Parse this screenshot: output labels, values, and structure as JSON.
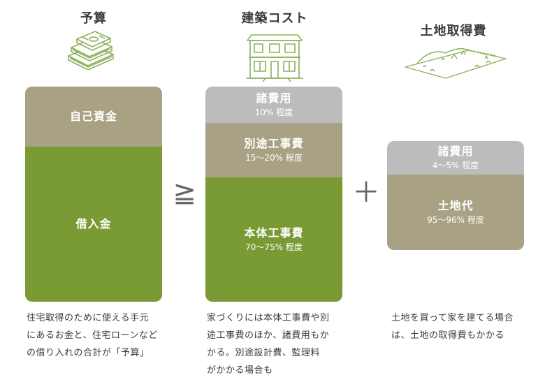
{
  "colors": {
    "gray": "#bcbcbc",
    "khaki": "#a8a183",
    "green": "#7a9a34",
    "line_green": "#8cb05a"
  },
  "budget": {
    "title": "予算",
    "icon": "money-stack-icon",
    "segments": [
      {
        "label": "自己資金"
      },
      {
        "label": "借入金"
      }
    ],
    "description": [
      "住宅取得のために使える手元",
      "にあるお金と、住宅ローンなど",
      "の借り入れの合計が「予算」"
    ]
  },
  "operator_ge": "≧",
  "construction": {
    "title": "建築コスト",
    "icon": "house-icon",
    "segments": [
      {
        "label": "諸費用",
        "sub": "10% 程度"
      },
      {
        "label": "別途工事費",
        "sub": "15～20% 程度"
      },
      {
        "label": "本体工事費",
        "sub": "70～75% 程度"
      }
    ],
    "description": [
      "家づくりには本体工事費や別",
      "途工事費のほか、諸費用もか",
      "かる。別途設計費、監理料",
      "がかかる場合も"
    ]
  },
  "operator_plus": "＋",
  "land": {
    "title": "土地取得費",
    "icon": "land-plot-icon",
    "segments": [
      {
        "label": "諸費用",
        "sub": "4～5% 程度"
      },
      {
        "label": "土地代",
        "sub": "95～96% 程度"
      }
    ],
    "description": [
      "土地を買って家を建てる場合",
      "は、土地の取得費もかかる"
    ]
  }
}
